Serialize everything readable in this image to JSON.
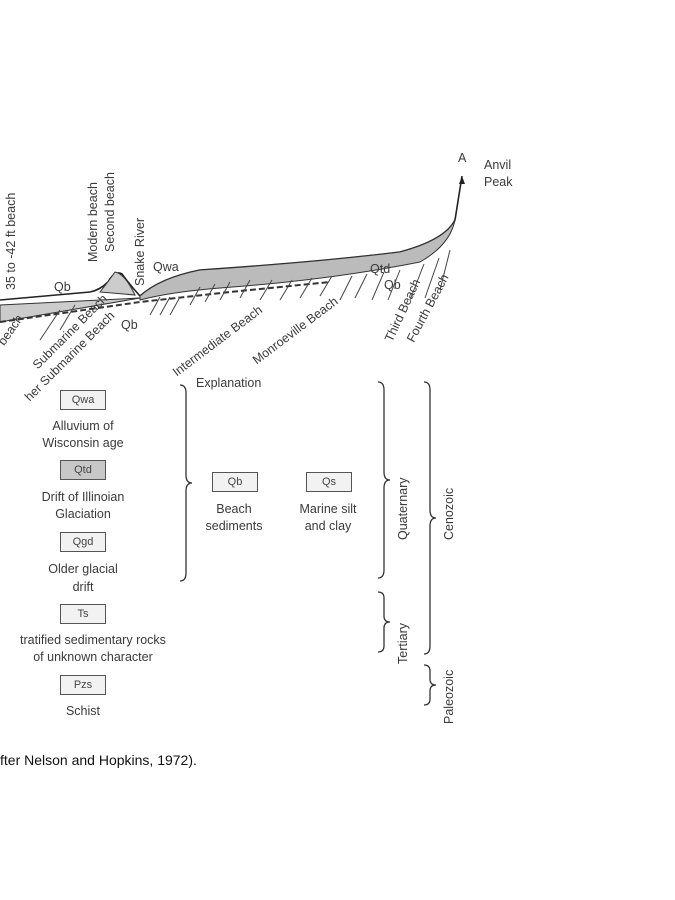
{
  "profile": {
    "labels": {
      "beach_35_42": "35 to -42 ft beach",
      "modern_beach": "Modern beach",
      "second_beach": "Second beach",
      "snake_river": "Snake River",
      "qb_left": "Qb",
      "qwa": "Qwa",
      "qb_mid": "Qb",
      "qtd": "Qtd",
      "qb_right": "Qb",
      "beach_cut": "beach",
      "submarine_beach": "Submarine Beach",
      "other_submarine_beach": "her Submarine Beach",
      "intermediate_beach": "Intermediate Beach",
      "monroeville_beach": "Monroeville Beach",
      "third_beach": "Third Beach",
      "fourth_beach": "Fourth Beach",
      "section_end": "A",
      "anvil_peak_1": "Anvil",
      "anvil_peak_2": "Peak"
    }
  },
  "explanation": {
    "title": "Explanation",
    "units": [
      {
        "code": "Qwa",
        "line1": "Alluvium of",
        "line2": "Wisconsin age"
      },
      {
        "code": "Qtd",
        "line1": "Drift of Illinoian",
        "line2": "Glaciation"
      },
      {
        "code": "Qgd",
        "line1": "Older glacial",
        "line2": "drift"
      },
      {
        "code": "Ts",
        "line1": "tratified sedimentary rocks",
        "line2": "of unknown character"
      },
      {
        "code": "Pzs",
        "line1": "Schist",
        "line2": ""
      }
    ],
    "beach": {
      "code": "Qb",
      "line1": "Beach",
      "line2": "sediments"
    },
    "marine": {
      "code": "Qs",
      "line1": "Marine silt",
      "line2": "and clay"
    },
    "periods": {
      "quaternary": "Quaternary",
      "tertiary": "Tertiary",
      "cenozoic": "Cenozoic",
      "paleozoic": "Paleozoic"
    }
  },
  "caption": "fter Nelson and Hopkins, 1972)."
}
